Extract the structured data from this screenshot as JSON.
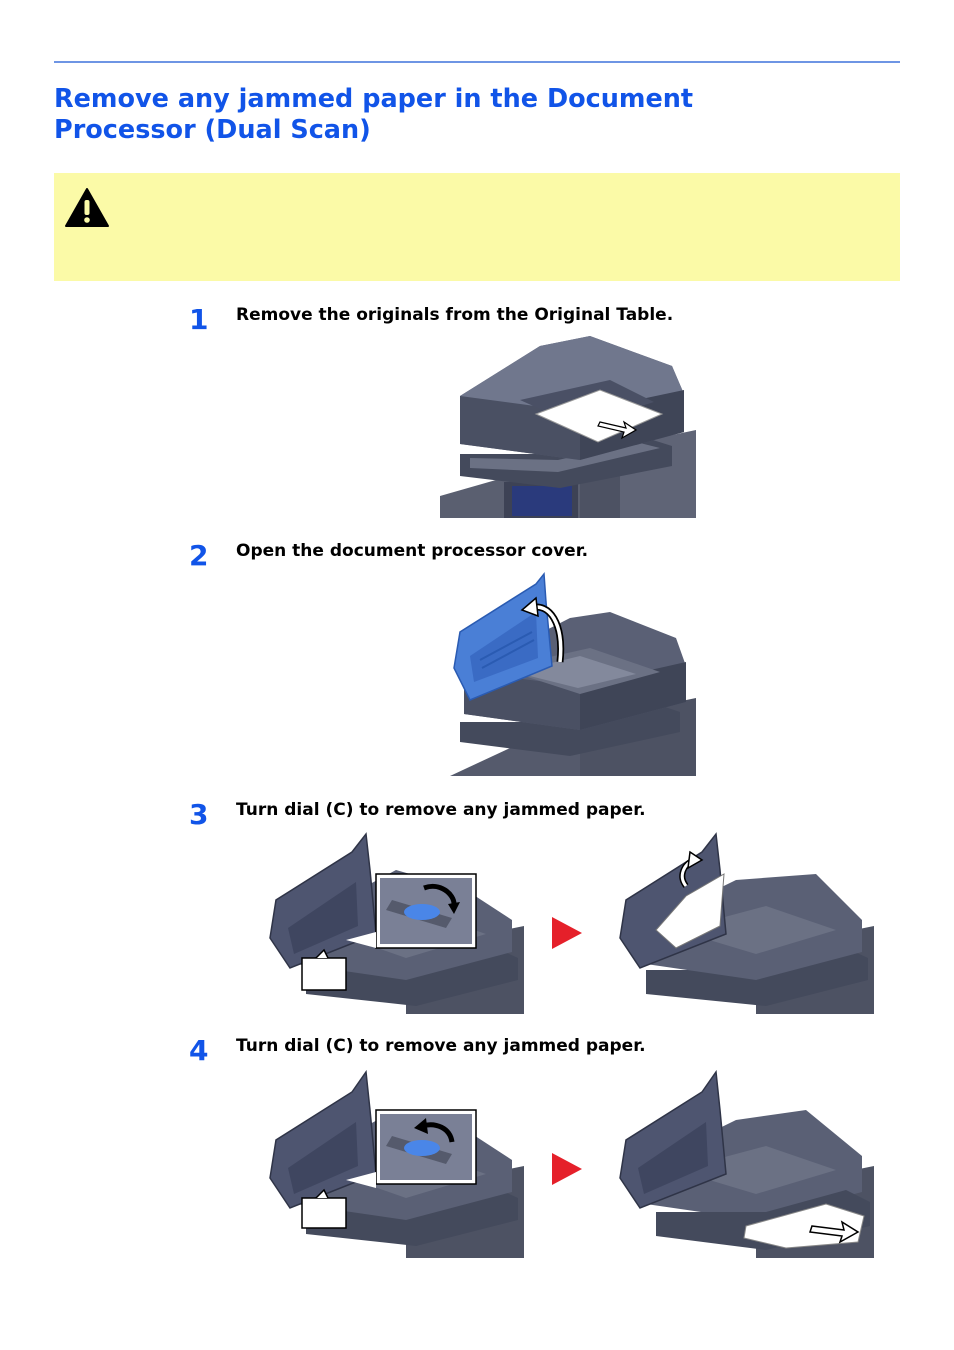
{
  "title": {
    "line1": "Remove any jammed paper in the Document",
    "line2": "Processor (Dual Scan)"
  },
  "warning": {
    "icon": "warning-triangle-icon",
    "color": "#fbfaa7"
  },
  "colors": {
    "heading": "#1154e8",
    "rule": "#6e95e4",
    "arrow": "#e5202a",
    "cover_highlight": "#4a7fd6"
  },
  "steps": [
    {
      "number": "1",
      "text": "Remove the originals from the Original Table."
    },
    {
      "number": "2",
      "text": "Open the document processor cover."
    },
    {
      "number": "3",
      "text": "Turn dial (C) to remove any jammed paper."
    },
    {
      "number": "4",
      "text": "Turn dial (C) to remove any jammed paper."
    }
  ],
  "callouts": {
    "step3_label": "",
    "step4_label": ""
  }
}
